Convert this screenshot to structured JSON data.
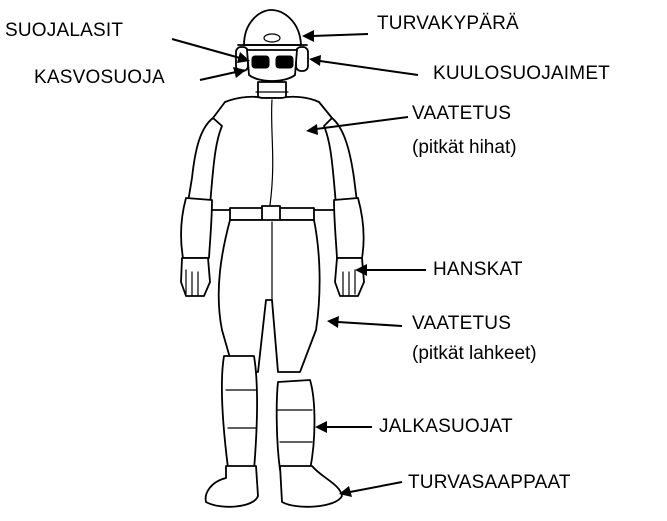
{
  "labels": {
    "turvakypara": "TURVAKYPÄRÄ",
    "suojalasit": "SUOJALASIT",
    "kasvosuoja": "KASVOSUOJA",
    "kuulosuojaimet": "KUULOSUOJAIMET",
    "vaatetus_top": "VAATETUS",
    "vaatetus_top_sub": "(pitkät hihat)",
    "hanskat": "HANSKAT",
    "vaatetus_bottom": "VAATETUS",
    "vaatetus_bottom_sub": "(pitkät lahkeet)",
    "jalkasuojat": "JALKASUOJAT",
    "turvasaappaat": "TURVASAAPPAAT"
  }
}
